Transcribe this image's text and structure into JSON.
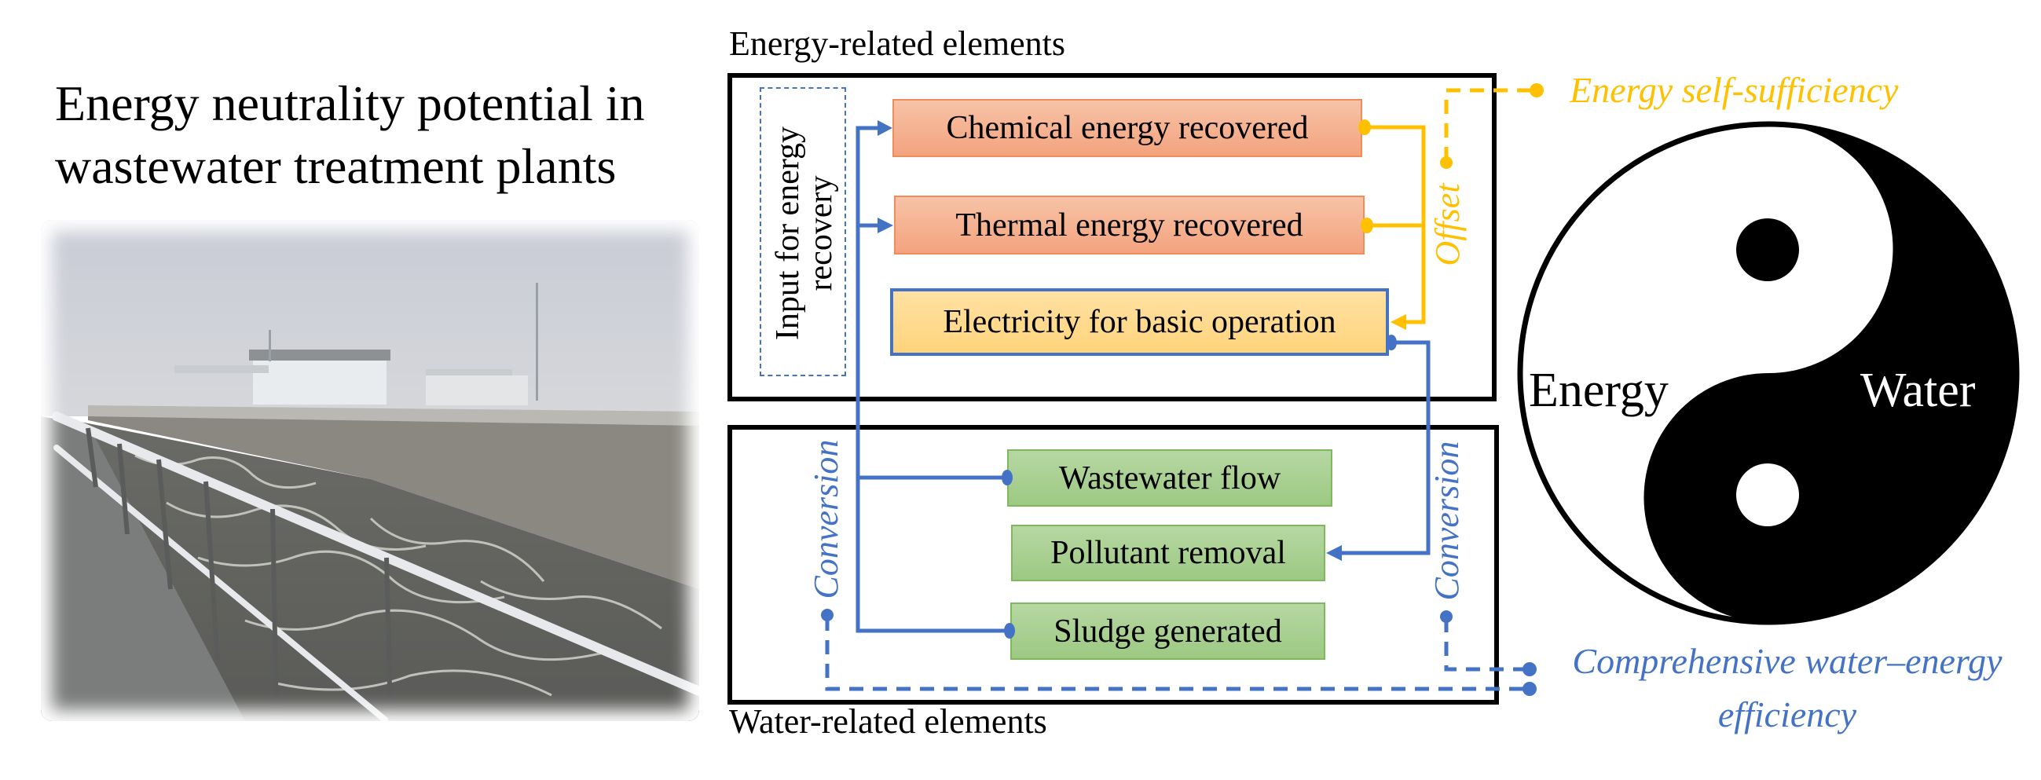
{
  "title": {
    "line1": "Energy neutrality potential in",
    "line2": "wastewater treatment plants"
  },
  "photo": {
    "subject": "wastewater-treatment-aeration-tank-photo"
  },
  "energy_section": {
    "label": "Energy-related elements",
    "input_label_line1": "Input for energy",
    "input_label_line2": "recovery",
    "boxes": [
      {
        "label": "Chemical energy recovered"
      },
      {
        "label": "Thermal energy recovered"
      },
      {
        "label": "Electricity for basic operation"
      }
    ],
    "offset_label": "Offset"
  },
  "water_section": {
    "label": "Water-related elements",
    "boxes": [
      {
        "label": "Wastewater flow"
      },
      {
        "label": "Pollutant removal"
      },
      {
        "label": "Sludge generated"
      }
    ],
    "conversion_label_left": "Conversion",
    "conversion_label_right": "Conversion"
  },
  "outcomes": {
    "energy_self_sufficiency": "Energy self-sufficiency",
    "comprehensive_line1": "Comprehensive water–energy",
    "comprehensive_line2": "efficiency"
  },
  "yin_yang": {
    "left_label": "Energy",
    "right_label": "Water"
  },
  "colors": {
    "blue": "#4472C4",
    "yellow": "#FFC000",
    "orange_box": "#F4A582",
    "yellow_box": "#FFD37B",
    "green_box": "#A9D08E",
    "black": "#000000"
  }
}
